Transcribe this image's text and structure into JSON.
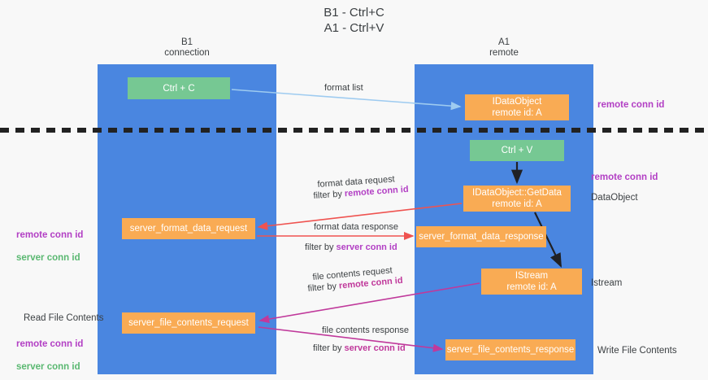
{
  "title": "B1 - Ctrl+C\nA1 - Ctrl+V",
  "columns": {
    "left": "B1\nconnection",
    "right": "A1\nremote"
  },
  "boxes": {
    "ctrl_c": "Ctrl + C",
    "ctrl_v": "Ctrl + V",
    "idataobject": "IDataObject\nremote id: A",
    "getdata": "IDataObject::GetData\nremote id: A",
    "istream": "IStream\nremote id: A",
    "server_format_data_request": "server_format_data_request",
    "server_format_data_response": "server_format_data_response",
    "server_file_contents_request": "server_file_contents_request",
    "server_file_contents_response": "server_file_contents_response"
  },
  "right_labels": {
    "remote_conn_id_top": "remote conn id",
    "remote_conn_id_mid": "remote conn id",
    "dataobject": "DataObject",
    "istream": "Istream",
    "write_file_contents": "Write File Contents"
  },
  "left_labels": {
    "remote_conn_id": "remote conn id",
    "server_conn_id": "server conn id",
    "read_file_contents": "Read File Contents",
    "remote_conn_id_2": "remote conn id",
    "server_conn_id_2": "server conn id"
  },
  "flows": {
    "format_list": "format list",
    "format_data_request": "format data request",
    "format_data_request_filter_prefix": "filter by ",
    "format_data_request_filter_key": "remote conn id",
    "format_data_response": "format data response",
    "format_data_response_filter_prefix": "filter by ",
    "format_data_response_filter_key": "server conn id",
    "file_contents_request": "file contents request",
    "file_contents_request_filter_prefix": "filter by ",
    "file_contents_request_filter_key": "remote conn id",
    "file_contents_response": "file contents response",
    "file_contents_response_filter_prefix": "filter by ",
    "file_contents_response_filter_key": "server conn id"
  },
  "colors": {
    "lane": "#4a86e0",
    "green_box": "#76c893",
    "orange_box": "#f9ab54",
    "purple": "#b23fc4",
    "green_text": "#5ab871",
    "magenta": "#c0399b",
    "red_arrow": "#ef5350",
    "light_blue_arrow": "#9ecbf0",
    "black_arrow": "#202124",
    "background": "#f8f8f8"
  }
}
